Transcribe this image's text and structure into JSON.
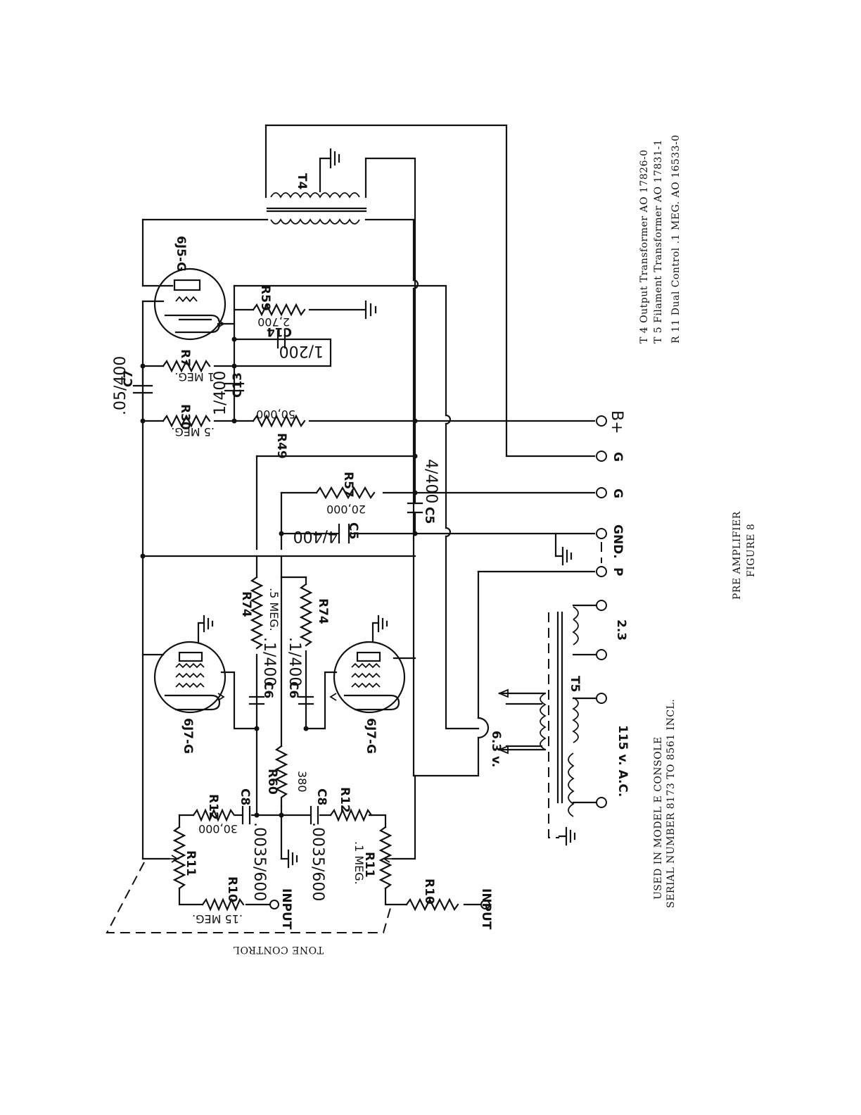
{
  "labels": {
    "tube_6j5": "6J5-G",
    "tube_6j7_top": "6J7-G",
    "tube_6j7_bottom": "6J7-G",
    "t4": "T4",
    "t5": "T5",
    "r59": "R59",
    "r59_val": "2,700",
    "c14": "C14",
    "c14_val": "1/200",
    "r7": "R7",
    "r7_val": "1 MEG.",
    "c7": "C7",
    "c7_val": ".05/400",
    "c13": "C13",
    "c13_val": "1/400",
    "r30": "R30",
    "r30_val": ".5 MEG.",
    "r49": "R49",
    "r49_val": "50,000",
    "r57": "R57",
    "r57_val": "20,000",
    "c5_a": "C5",
    "c5_a_val": "4/400",
    "c5_b": "C5",
    "c5_b_val": "4/400",
    "r74_a": "R74",
    "r74_a_val": ".5 MEG.",
    "r74_b": "R74",
    "c6_a": "C6",
    "c6_a_val": ".1/400",
    "c6_b": "C6",
    "c6_b_val": ".1/400",
    "r60": "R60",
    "r60_val": "380",
    "c8_a": "C8",
    "c8_a_val": ".0035/600",
    "c8_b": "C8",
    "c8_b_val": ".0035/600",
    "r12_a": "R12",
    "r12_a_val": "30,000",
    "r12_b": "R12",
    "r11_a": "R11",
    "r11_b": "R11",
    "r11_b_val": ".1 MEG.",
    "r10_a": "R10",
    "r10_a_val": ".15 MEG.",
    "r10_b": "R10",
    "input_a": "INPUT",
    "input_b": "INPUT",
    "tone_control": "TONE CONTROL",
    "v63": "6.3 v.",
    "vac": "115 v. A.C.",
    "v23": "2.3",
    "term_b": "B+",
    "term_g1": "G",
    "term_g2": "G",
    "term_gnd": "GND.",
    "term_p": "P"
  },
  "legend": {
    "line1": "T 4   Output Transformer       AO 17826-0",
    "line2": "T 5   Filament Transformer    AO 17831-1",
    "line3": "R 11 Dual Control  .1 MEG.    AO 16533-0"
  },
  "caption": {
    "used_line1": "USED IN MODEL E CONSOLE",
    "used_line2": "SERIAL NUMBER 8173 TO 8561 INCL.",
    "title_line1": "PRE AMPLIFIER",
    "title_line2": "FIGURE 8"
  }
}
